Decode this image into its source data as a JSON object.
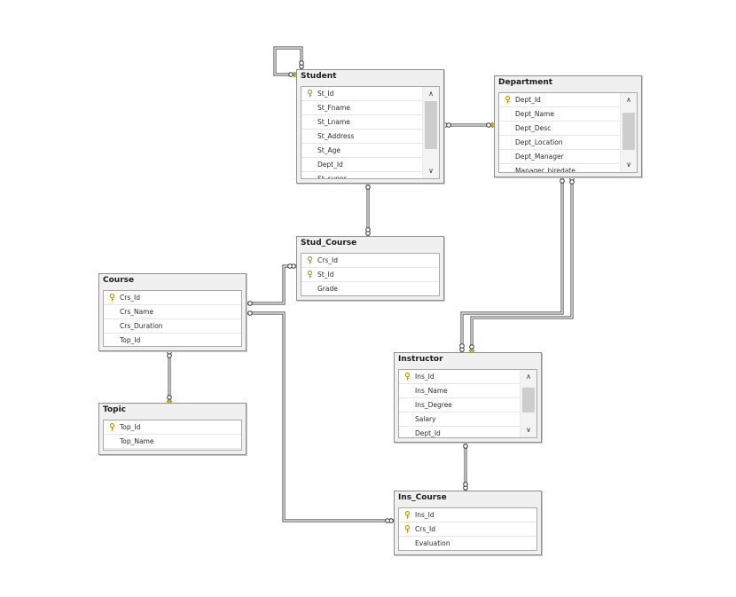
{
  "tables": [
    {
      "id": "student",
      "title": "Student",
      "scroll": true,
      "rows": [
        {
          "name": "St_Id",
          "key": true
        },
        {
          "name": "St_Fname",
          "key": false
        },
        {
          "name": "St_Lname",
          "key": false
        },
        {
          "name": "St_Address",
          "key": false
        },
        {
          "name": "St_Age",
          "key": false
        },
        {
          "name": "Dept_Id",
          "key": false
        },
        {
          "name": "St_super",
          "key": false
        }
      ]
    },
    {
      "id": "department",
      "title": "Department",
      "scroll": true,
      "rows": [
        {
          "name": "Dept_Id",
          "key": true
        },
        {
          "name": "Dept_Name",
          "key": false
        },
        {
          "name": "Dept_Desc",
          "key": false
        },
        {
          "name": "Dept_Location",
          "key": false
        },
        {
          "name": "Dept_Manager",
          "key": false
        },
        {
          "name": "Manager_hiredate",
          "key": false
        }
      ]
    },
    {
      "id": "stud_course",
      "title": "Stud_Course",
      "scroll": false,
      "rows": [
        {
          "name": "Crs_Id",
          "key": true
        },
        {
          "name": "St_Id",
          "key": true
        },
        {
          "name": "Grade",
          "key": false
        }
      ]
    },
    {
      "id": "course",
      "title": "Course",
      "scroll": false,
      "rows": [
        {
          "name": "Crs_Id",
          "key": true
        },
        {
          "name": "Crs_Name",
          "key": false
        },
        {
          "name": "Crs_Duration",
          "key": false
        },
        {
          "name": "Top_Id",
          "key": false
        }
      ]
    },
    {
      "id": "topic",
      "title": "Topic",
      "scroll": false,
      "rows": [
        {
          "name": "Top_Id",
          "key": true
        },
        {
          "name": "Top_Name",
          "key": false
        }
      ]
    },
    {
      "id": "instructor",
      "title": "Instructor",
      "scroll": true,
      "rows": [
        {
          "name": "Ins_Id",
          "key": true
        },
        {
          "name": "Ins_Name",
          "key": false
        },
        {
          "name": "Ins_Degree",
          "key": false
        },
        {
          "name": "Salary",
          "key": false
        },
        {
          "name": "Dept_Id",
          "key": false
        }
      ]
    },
    {
      "id": "ins_course",
      "title": "Ins_Course",
      "scroll": false,
      "rows": [
        {
          "name": "Ins_Id",
          "key": true
        },
        {
          "name": "Crs_Id",
          "key": true
        },
        {
          "name": "Evaluation",
          "key": false
        }
      ]
    }
  ],
  "relationships": [
    {
      "id": "student-self",
      "from": "student",
      "to": "student"
    },
    {
      "id": "department-student",
      "from": "department",
      "to": "student"
    },
    {
      "id": "student-stud_course",
      "from": "student",
      "to": "stud_course"
    },
    {
      "id": "course-stud_course",
      "from": "course",
      "to": "stud_course"
    },
    {
      "id": "topic-course",
      "from": "topic",
      "to": "course"
    },
    {
      "id": "department-instructor",
      "from": "department",
      "to": "instructor"
    },
    {
      "id": "instructor-department",
      "from": "instructor",
      "to": "department"
    },
    {
      "id": "instructor-ins_course",
      "from": "instructor",
      "to": "ins_course"
    },
    {
      "id": "course-ins_course",
      "from": "course",
      "to": "ins_course"
    }
  ],
  "icons": {
    "primary_key": "key-icon",
    "scroll_up": "chevron-up-icon",
    "scroll_down": "chevron-down-icon"
  },
  "colors": {
    "line": "#555555",
    "key": "#e8c21b",
    "border": "#8e8e8e",
    "header": "#f0f0f0"
  }
}
